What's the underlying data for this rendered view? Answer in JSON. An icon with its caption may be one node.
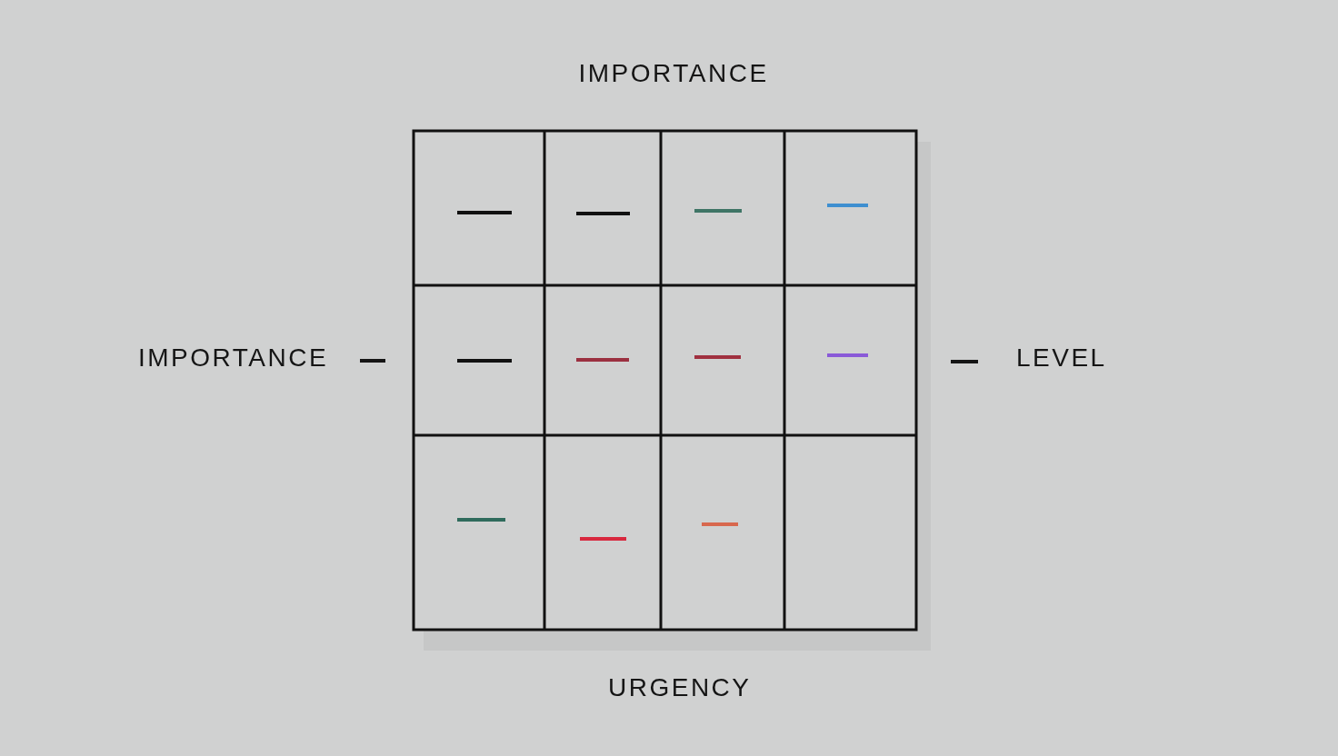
{
  "diagram": {
    "labels": [
      "IMPORTANCE",
      "IMPORTANCE",
      "LEVEL",
      "URGENCY"
    ]
  }
}
